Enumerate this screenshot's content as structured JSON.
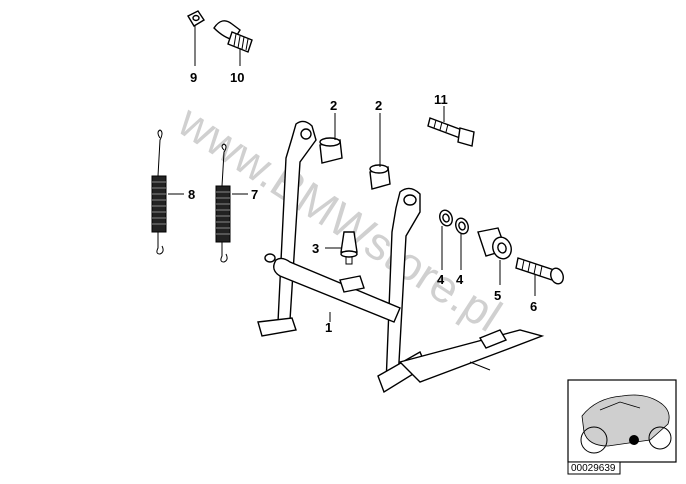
{
  "diagram": {
    "callouts": [
      {
        "id": "label-9",
        "text": "9"
      },
      {
        "id": "label-10",
        "text": "10"
      },
      {
        "id": "label-2a",
        "text": "2"
      },
      {
        "id": "label-2b",
        "text": "2"
      },
      {
        "id": "label-11",
        "text": "11"
      },
      {
        "id": "label-8",
        "text": "8"
      },
      {
        "id": "label-7",
        "text": "7"
      },
      {
        "id": "label-3",
        "text": "3"
      },
      {
        "id": "label-4a",
        "text": "4"
      },
      {
        "id": "label-4b",
        "text": "4"
      },
      {
        "id": "label-5",
        "text": "5"
      },
      {
        "id": "label-6",
        "text": "6"
      },
      {
        "id": "label-1",
        "text": "1"
      }
    ],
    "watermark": "www.BMWstore.pl",
    "thumbnail": {
      "part_number": "00029639"
    }
  }
}
